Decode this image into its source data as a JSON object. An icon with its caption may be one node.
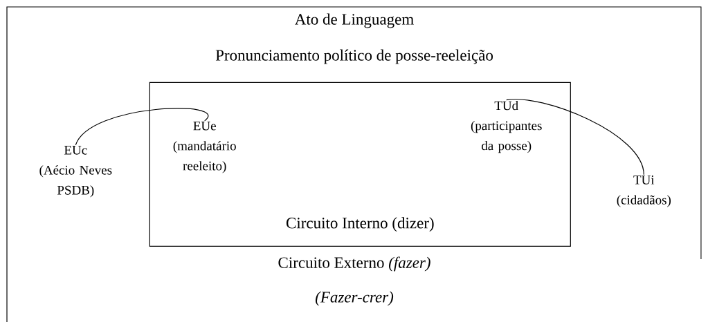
{
  "diagram": {
    "nodes": [
      {
        "text": [
          "Ato de Linguagem",
          "Pronunciamento político de posse-reeleição",
          "Circuito Externo *(fazer)*",
          "(Fazer-crer)"
        ]
      },
      {
        "text": [
          "Circuito Interno (dizer)"
        ],
        "in": 0
      },
      {
        "text": [
          "EUc",
          "(Aécio Neves PSDB)"
        ],
        "in": 0
      },
      {
        "text": [
          "EUe",
          "(mandatário reeleito)"
        ],
        "in": 1
      },
      {
        "text": [
          "TUd",
          "(participantes da posse)"
        ],
        "in": 1
      },
      {
        "text": [
          "TUi",
          "(cidadãos)"
        ],
        "in": 0
      }
    ],
    "edges": [
      {
        "from": 2,
        "to": 3,
        "arrow": "none"
      },
      {
        "from": 4,
        "to": 5,
        "arrow": "none"
      }
    ]
  }
}
